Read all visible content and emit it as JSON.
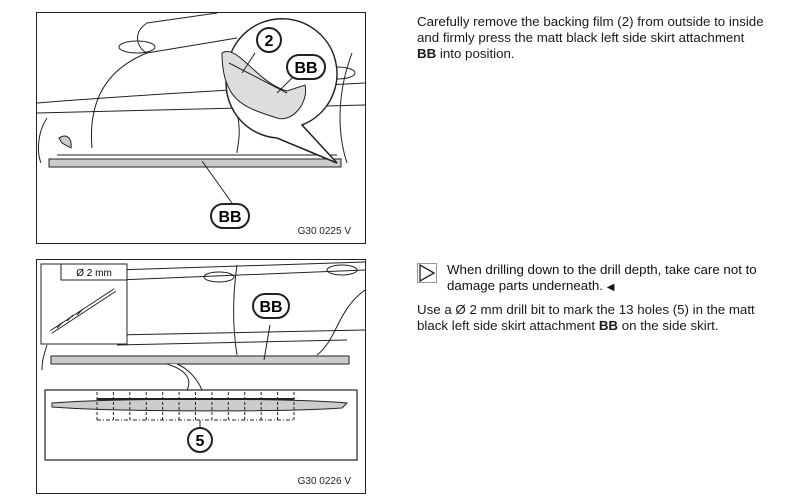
{
  "figures": [
    {
      "id": "G30 0225 V",
      "callouts": [
        "2",
        "BB",
        "BB"
      ]
    },
    {
      "id": "G30 0226 V",
      "callouts": [
        "BB",
        "5"
      ],
      "drill_label": "Ø 2 mm",
      "hole_count": 13
    }
  ],
  "step1": {
    "text_before": "Carefully remove the backing film (2) from outside to inside and firmly press the matt black left side skirt attachment ",
    "bold": "BB",
    "text_after": " into position."
  },
  "note": {
    "icon": "caution-triangle-icon",
    "text": "When drilling down to the drill depth, take care not to damage parts underneath.",
    "end_mark": "◀"
  },
  "step2": {
    "text_before": "Use a Ø 2 mm drill bit to mark the 13 holes (5) in the matt black left side skirt attachment ",
    "bold": "BB",
    "text_after": " on the side skirt."
  }
}
